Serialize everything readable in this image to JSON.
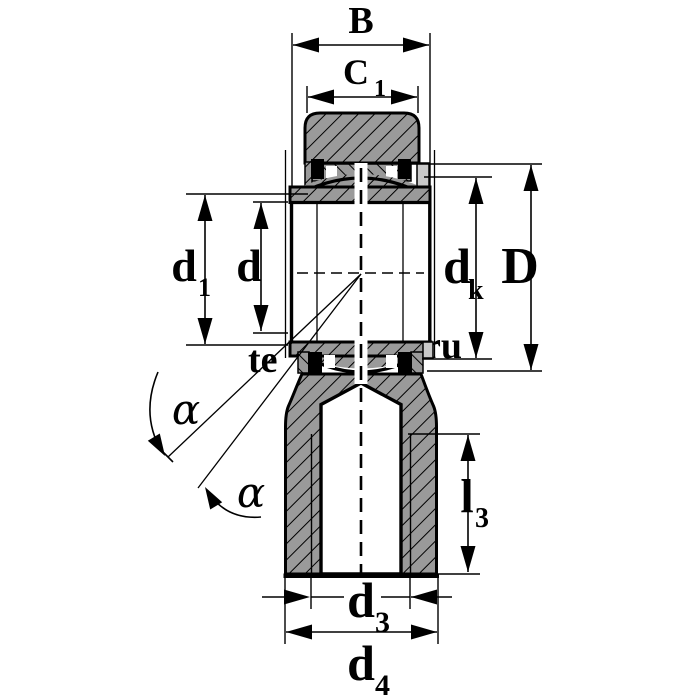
{
  "diagram": {
    "type": "technical-drawing",
    "subject": "Rod end spherical plain bearing cross-section with dimension callouts",
    "dimensions": {
      "B": {
        "label": "B"
      },
      "C1": {
        "label": "C",
        "sub": "1"
      },
      "d1": {
        "label": "d",
        "sub": "1"
      },
      "d": {
        "label": "d"
      },
      "dk": {
        "label": "d",
        "sub": "k"
      },
      "D": {
        "label": "D"
      },
      "alpha_upper": {
        "label": "α"
      },
      "alpha_lower": {
        "label": "α"
      },
      "l3": {
        "label": "l",
        "sub": "3"
      },
      "d3": {
        "label": "d",
        "sub": "3"
      },
      "d4": {
        "label": "d",
        "sub": "4"
      }
    },
    "watermark": {
      "left_fragment": "te",
      "right_fragment": "ru"
    },
    "colors": {
      "line": "#000000",
      "hatch_fill": "#9a9a9a",
      "light_fill": "#c9c9c9",
      "seal_fill": "#000000",
      "background": "#ffffff",
      "watermark_text": "#dcdcdc"
    }
  }
}
